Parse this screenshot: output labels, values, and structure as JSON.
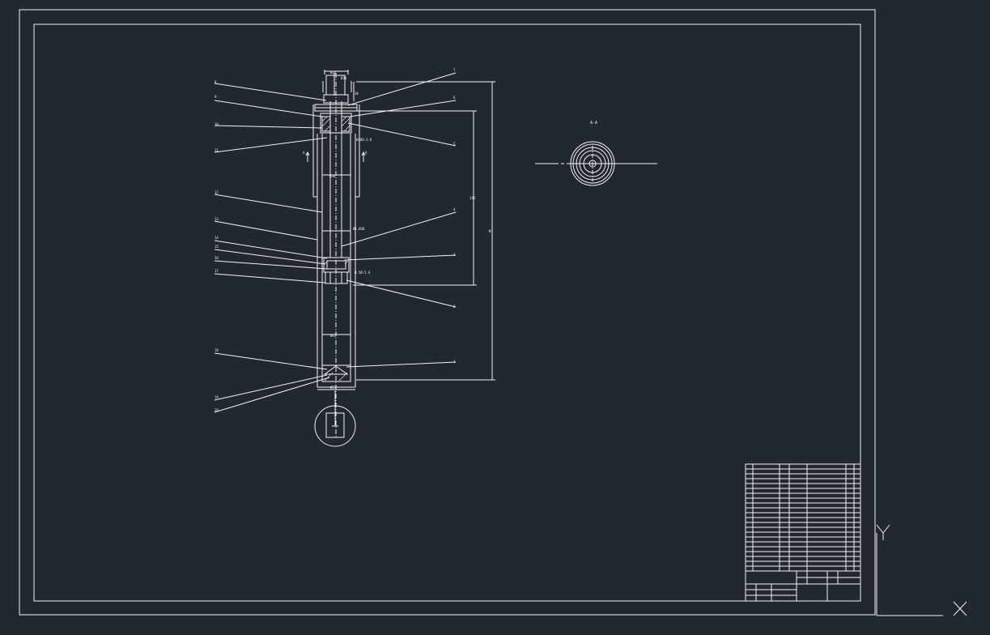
{
  "drawing": {
    "dimensions": {
      "top_rod": "Ø24",
      "seal_dia": "Ø30",
      "upper_tube": "Ø38",
      "inner_tube": "Ø1.Ø38",
      "bottom_inner": "Ø45",
      "bottom_outer": "Ø55",
      "top_small": "38",
      "stroke_span": "Ø",
      "left_span": "145",
      "callout_a": "6080-3-D",
      "callout_b": "Ø.5Ø-5.6"
    },
    "section_label": "A-A",
    "section_marks": [
      "A",
      "A"
    ],
    "left_balloons": [
      "8",
      "9",
      "10",
      "11",
      "12",
      "13",
      "14",
      "15",
      "16",
      "17",
      "18",
      "19",
      "20"
    ],
    "right_balloons": [
      "7",
      "6",
      "5",
      "4",
      "3",
      "2",
      "1"
    ]
  },
  "ucs": {
    "y_label": "Y",
    "x_label": "X"
  },
  "colors": {
    "background": "#212830",
    "linework": "#f2f2f2"
  }
}
